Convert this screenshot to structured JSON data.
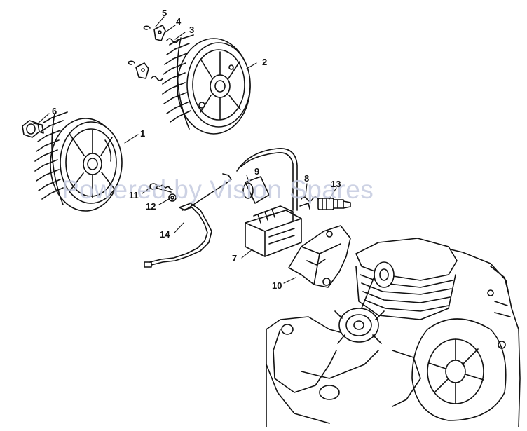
{
  "watermark": "Powered by Vision Spares",
  "callouts": {
    "p1": "1",
    "p2": "2",
    "p3": "3",
    "p4": "4",
    "p5": "5",
    "p6": "6",
    "p7": "7",
    "p8": "8",
    "p9": "9",
    "p10": "10",
    "p11": "11",
    "p12": "12",
    "p13": "13",
    "p14": "14"
  }
}
